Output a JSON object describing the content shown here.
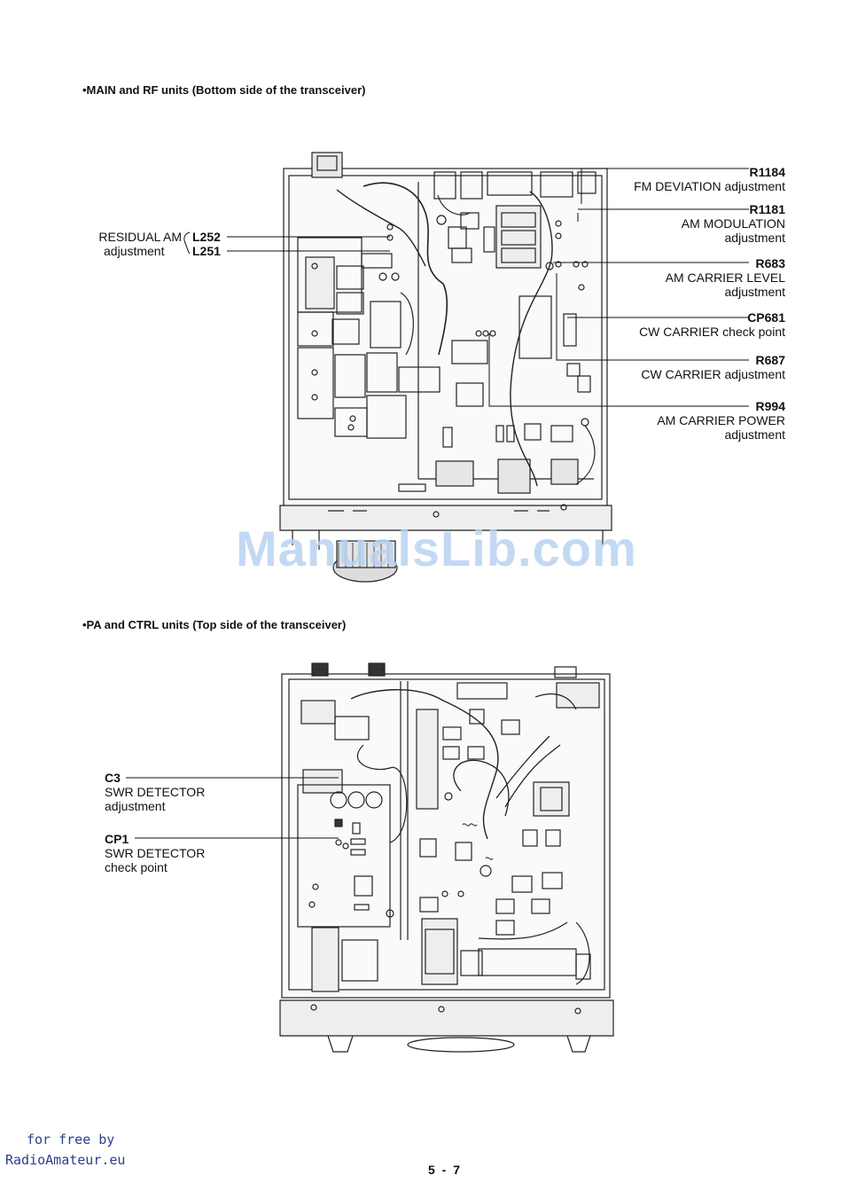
{
  "sections": {
    "top_title": "•MAIN and RF units (Bottom side of the transceiver)",
    "bottom_title": "•PA and CTRL units (Top side of the transceiver)"
  },
  "top_callouts": {
    "residual_am": [
      "RESIDUAL AM",
      "adjustment"
    ],
    "l252": "L252",
    "l251": "L251",
    "r1184": {
      "ref": "R1184",
      "desc": [
        "FM DEVIATION adjustment"
      ]
    },
    "r1181": {
      "ref": "R1181",
      "desc": [
        "AM MODULATION",
        "adjustment"
      ]
    },
    "r683": {
      "ref": "R683",
      "desc": [
        "AM CARRIER LEVEL",
        "adjustment"
      ]
    },
    "cp681": {
      "ref": "CP681",
      "desc": [
        "CW CARRIER check point"
      ]
    },
    "r687": {
      "ref": "R687",
      "desc": [
        "CW CARRIER adjustment"
      ]
    },
    "r994": {
      "ref": "R994",
      "desc": [
        "AM CARRIER POWER",
        "adjustment"
      ]
    }
  },
  "bottom_callouts": {
    "c3": {
      "ref": "C3",
      "desc": [
        "SWR DETECTOR",
        "adjustment"
      ]
    },
    "cp1": {
      "ref": "CP1",
      "desc": [
        "SWR DETECTOR",
        "check point"
      ]
    }
  },
  "watermark": "ManualsLib.com",
  "footer": {
    "free_line1": "for free by",
    "free_line2": "RadioAmateur.eu",
    "page_number": "5 - 7"
  }
}
